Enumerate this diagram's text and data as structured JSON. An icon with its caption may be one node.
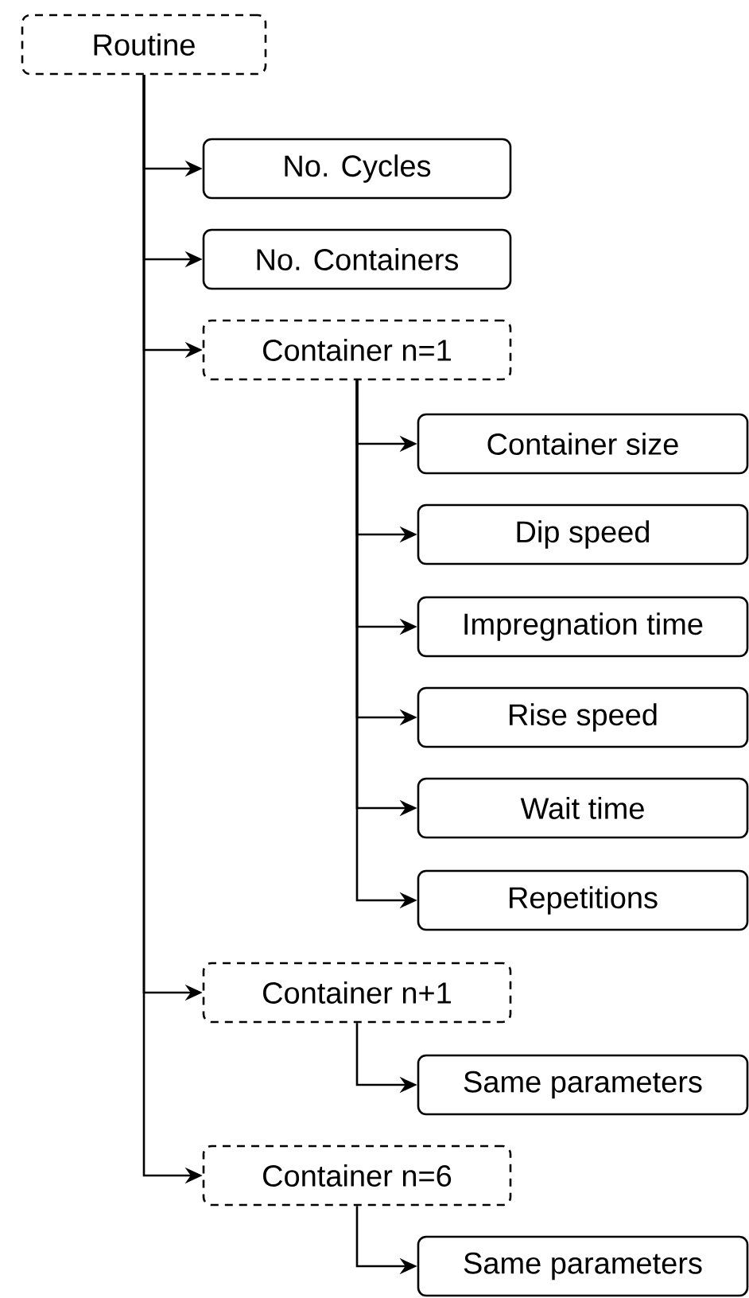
{
  "diagram": {
    "nodes": [
      {
        "text": [
          "Routine"
        ]
      },
      {
        "text": [
          "No. Cycles"
        ]
      },
      {
        "text": [
          "No. Containers"
        ]
      },
      {
        "text": [
          "Container n=1"
        ]
      },
      {
        "text": [
          "Container size"
        ]
      },
      {
        "text": [
          "Dip speed"
        ]
      },
      {
        "text": [
          "Impregnation time"
        ]
      },
      {
        "text": [
          "Rise speed"
        ]
      },
      {
        "text": [
          "Wait time"
        ]
      },
      {
        "text": [
          "Repetitions"
        ]
      },
      {
        "text": [
          "Container n+1"
        ]
      },
      {
        "text": [
          "Same parameters"
        ]
      },
      {
        "text": [
          "Container n=6"
        ]
      },
      {
        "text": [
          "Same parameters"
        ]
      }
    ],
    "edges": [
      {
        "from": 0,
        "to": 1,
        "arrow": "to"
      },
      {
        "from": 0,
        "to": 2,
        "arrow": "to"
      },
      {
        "from": 0,
        "to": 3,
        "arrow": "to"
      },
      {
        "from": 3,
        "to": 4,
        "arrow": "to"
      },
      {
        "from": 3,
        "to": 5,
        "arrow": "to"
      },
      {
        "from": 3,
        "to": 6,
        "arrow": "to"
      },
      {
        "from": 3,
        "to": 7,
        "arrow": "to"
      },
      {
        "from": 3,
        "to": 8,
        "arrow": "to"
      },
      {
        "from": 3,
        "to": 9,
        "arrow": "to"
      },
      {
        "from": 0,
        "to": 10,
        "arrow": "to"
      },
      {
        "from": 10,
        "to": 11,
        "arrow": "to"
      },
      {
        "from": 0,
        "to": 12,
        "arrow": "to"
      },
      {
        "from": 12,
        "to": 13,
        "arrow": "to"
      }
    ]
  }
}
